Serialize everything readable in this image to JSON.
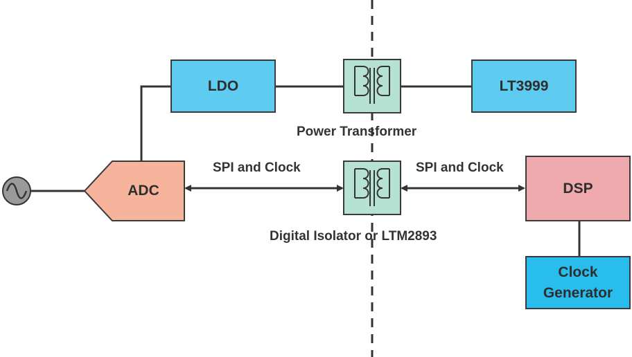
{
  "blocks": {
    "ldo": "LDO",
    "lt3999": "LT3999",
    "adc": "ADC",
    "dsp": "DSP",
    "clock_generator_line1": "Clock",
    "clock_generator_line2": "Generator"
  },
  "labels": {
    "power_transformer": "Power Transformer",
    "spi_left": "SPI and Clock",
    "spi_right": "SPI and Clock",
    "isolator": "Digital Isolator or LTM2893"
  },
  "colors": {
    "ldo": "#5ecbf0",
    "lt3999": "#5ecbf0",
    "adc": "#f6b49c",
    "dsp": "#eeaaac",
    "clock_generator": "#29bdee",
    "transformer": "#b6e2d3",
    "source": "#9a9a9a",
    "line": "#333333"
  },
  "icons": [
    "sine-source-icon",
    "transformer-icon",
    "transformer-icon"
  ]
}
